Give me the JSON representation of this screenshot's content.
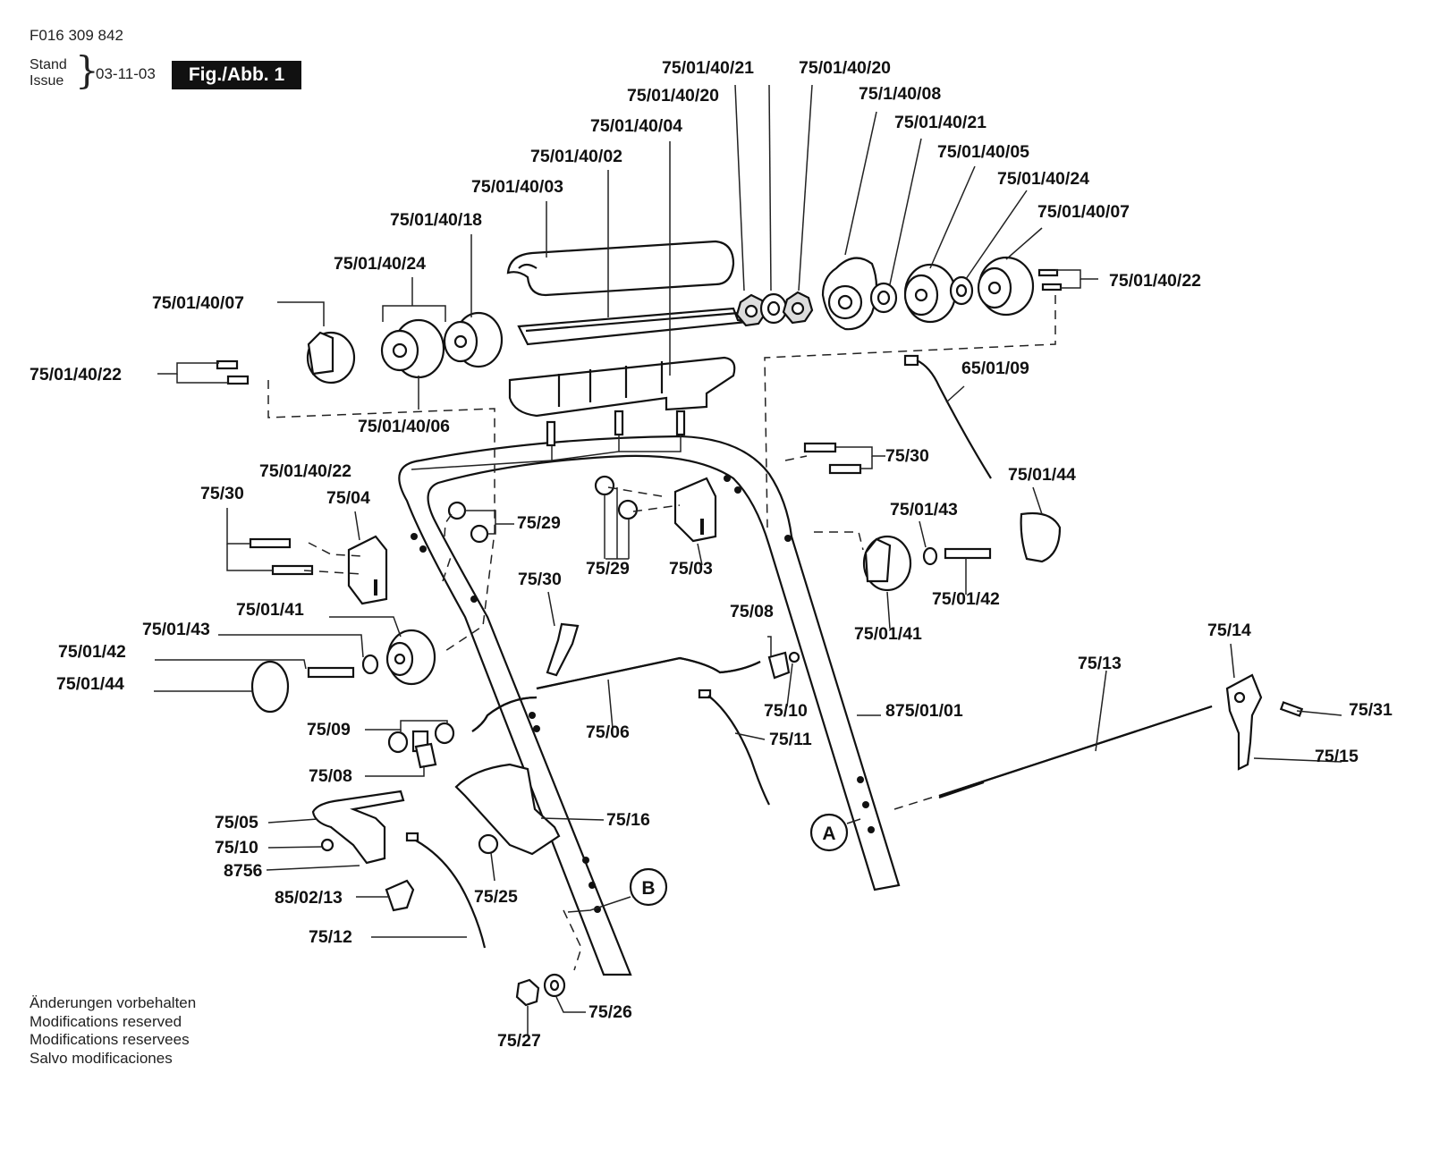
{
  "header": {
    "document_number": "F016 309 842",
    "stand": "Stand",
    "issue": "Issue",
    "brace": "}",
    "date": "03-11-03",
    "figure": "Fig./Abb. 1"
  },
  "notes": [
    "Änderungen vorbehalten",
    "Modifications reserved",
    "Modifications reservees",
    "Salvo modificaciones"
  ],
  "markers": [
    "A",
    "B"
  ],
  "labels": [
    "75/01/40/21",
    "75/01/40/20",
    "75/01/40/20",
    "75/1/40/08",
    "75/01/40/04",
    "75/01/40/21",
    "75/01/40/02",
    "75/01/40/05",
    "75/01/40/03",
    "75/01/40/24",
    "75/01/40/18",
    "75/01/40/07",
    "75/01/40/24",
    "75/01/40/22",
    "75/01/40/07",
    "75/01/40/22",
    "75/01/40/06",
    "65/01/09",
    "75/01/40/22",
    "75/30",
    "75/30",
    "75/04",
    "75/29",
    "75/01/44",
    "75/01/43",
    "75/29",
    "75/03",
    "75/01/42",
    "75/30",
    "75/01/41",
    "75/01/41",
    "75/01/43",
    "75/01/42",
    "75/01/44",
    "75/08",
    "75/14",
    "75/13",
    "75/31",
    "75/10",
    "875/01/01",
    "75/09",
    "75/06",
    "75/11",
    "75/15",
    "75/08",
    "75/16",
    "75/05",
    "75/10",
    "8756",
    "75/25",
    "85/02/13",
    "75/12",
    "75/26",
    "75/27"
  ]
}
